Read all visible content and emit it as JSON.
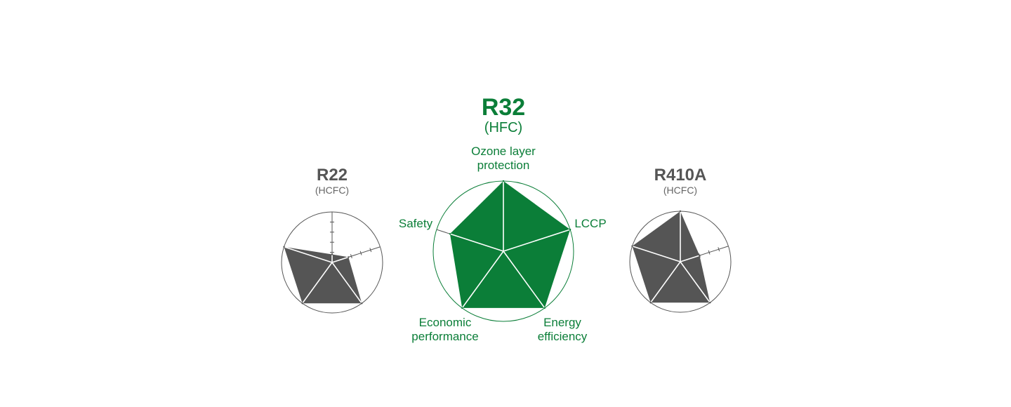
{
  "chart_data": [
    {
      "type": "radar",
      "title": "R22",
      "subtitle": "(HCFC)",
      "axes": [
        "",
        "",
        "",
        "",
        ""
      ],
      "rmax": 5,
      "values": [
        0.8,
        1.7,
        5,
        5,
        5
      ],
      "color": "#555555"
    },
    {
      "type": "radar",
      "title": "R32",
      "subtitle": "(HFC)",
      "axes": [
        "Ozone layer protection",
        "LCCP",
        "Energy efficiency",
        "Economic performance",
        "Safety"
      ],
      "rmax": 5,
      "values": [
        5,
        5,
        5,
        5,
        4
      ],
      "color": "#0b7e38"
    },
    {
      "type": "radar",
      "title": "R410A",
      "subtitle": "(HCFC)",
      "axes": [
        "",
        "",
        "",
        "",
        ""
      ],
      "rmax": 5,
      "values": [
        5,
        2,
        5,
        5,
        5
      ],
      "color": "#555555"
    }
  ],
  "colors": {
    "accent": "#0b7e38",
    "neutral": "#555555"
  }
}
